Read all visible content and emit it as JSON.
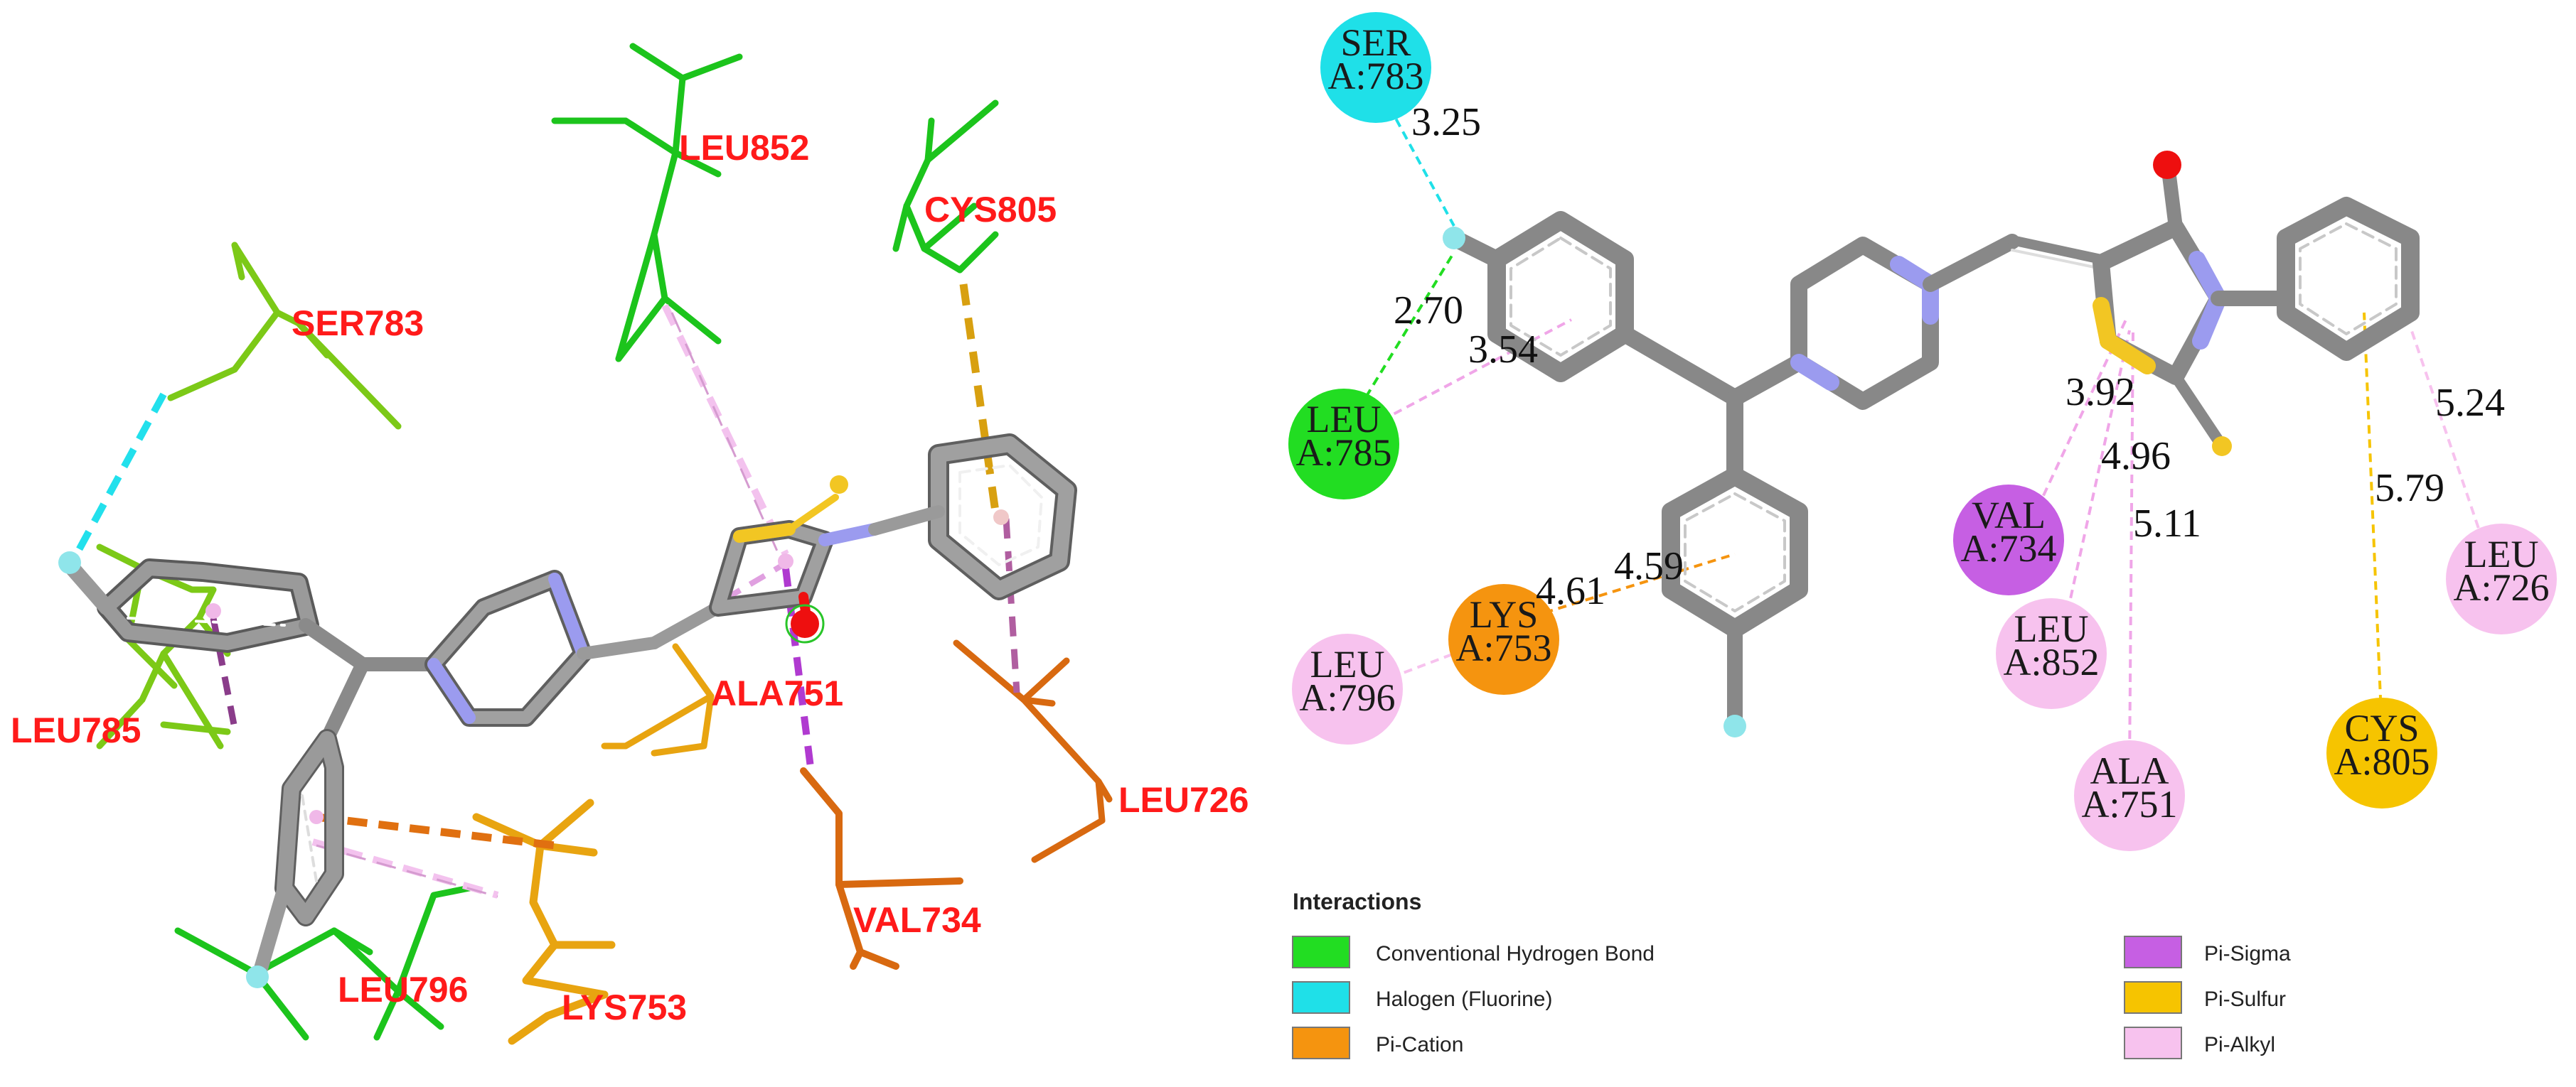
{
  "colors": {
    "hbond": "#22dd22",
    "halogen": "#1fe0e8",
    "pi_cation": "#f5940f",
    "pi_sigma": "#c65fe3",
    "pi_sulfur": "#f6c400",
    "pi_alkyl": "#f7c2ee",
    "ligand": "#8a8a8a",
    "nitrogen": "#9b9bef",
    "sulfur": "#f2c623",
    "oxygen": "#ee0f0f",
    "fluorine": "#8fe5ea",
    "label_red": "#ff1a1a"
  },
  "left_labels": [
    {
      "id": "leu852",
      "text": "LEU852"
    },
    {
      "id": "cys805",
      "text": "CYS805"
    },
    {
      "id": "ser783",
      "text": "SER783"
    },
    {
      "id": "ala751",
      "text": "ALA751"
    },
    {
      "id": "leu785",
      "text": "LEU785"
    },
    {
      "id": "leu726",
      "text": "LEU726"
    },
    {
      "id": "val734",
      "text": "VAL734"
    },
    {
      "id": "leu796",
      "text": "LEU796"
    },
    {
      "id": "lys753",
      "text": "LYS753"
    }
  ],
  "residues": [
    {
      "id": "ser783",
      "name": "SER",
      "chain": "A:783",
      "type": "halogen"
    },
    {
      "id": "leu785",
      "name": "LEU",
      "chain": "A:785",
      "type": "hbond"
    },
    {
      "id": "lys753",
      "name": "LYS",
      "chain": "A:753",
      "type": "pi_cation"
    },
    {
      "id": "leu796",
      "name": "LEU",
      "chain": "A:796",
      "type": "pi_alkyl"
    },
    {
      "id": "val734",
      "name": "VAL",
      "chain": "A:734",
      "type": "pi_sigma"
    },
    {
      "id": "leu852",
      "name": "LEU",
      "chain": "A:852",
      "type": "pi_alkyl"
    },
    {
      "id": "ala751",
      "name": "ALA",
      "chain": "A:751",
      "type": "pi_alkyl"
    },
    {
      "id": "cys805",
      "name": "CYS",
      "chain": "A:805",
      "type": "pi_sulfur"
    },
    {
      "id": "leu726",
      "name": "LEU",
      "chain": "A:726",
      "type": "pi_alkyl"
    }
  ],
  "distances": [
    {
      "id": "d325",
      "text": "3.25"
    },
    {
      "id": "d270",
      "text": "2.70"
    },
    {
      "id": "d354",
      "text": "3.54"
    },
    {
      "id": "d461",
      "text": "4.61"
    },
    {
      "id": "d459",
      "text": "4.59"
    },
    {
      "id": "d392",
      "text": "3.92"
    },
    {
      "id": "d496",
      "text": "4.96"
    },
    {
      "id": "d511",
      "text": "5.11"
    },
    {
      "id": "d524",
      "text": "5.24"
    },
    {
      "id": "d579",
      "text": "5.79"
    }
  ],
  "legend": {
    "title": "Interactions",
    "items": [
      {
        "label": "Conventional Hydrogen Bond",
        "color": "#22dd22"
      },
      {
        "label": "Halogen (Fluorine)",
        "color": "#1fe0e8"
      },
      {
        "label": "Pi-Cation",
        "color": "#f5940f"
      },
      {
        "label": "Pi-Sigma",
        "color": "#c65fe3"
      },
      {
        "label": "Pi-Sulfur",
        "color": "#f6c400"
      },
      {
        "label": "Pi-Alkyl",
        "color": "#f7c2ee"
      }
    ]
  }
}
